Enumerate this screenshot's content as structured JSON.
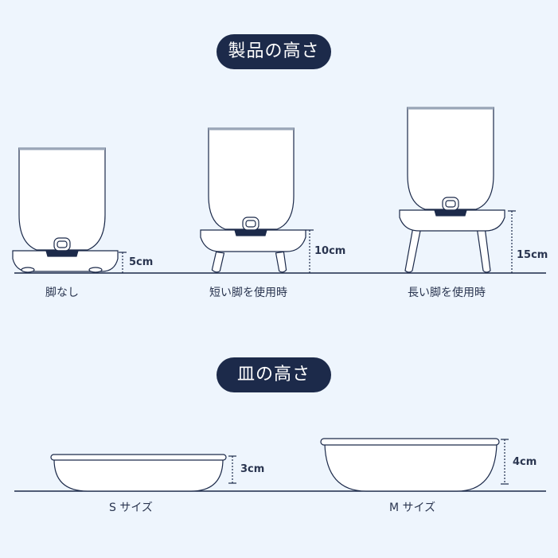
{
  "section_product": {
    "title": "製品の高さ"
  },
  "section_plate": {
    "title": "皿の高さ"
  },
  "products": [
    {
      "label": "脚なし",
      "height": "5cm"
    },
    {
      "label": "短い脚を使用時",
      "height": "10cm"
    },
    {
      "label": "長い脚を使用時",
      "height": "15cm"
    }
  ],
  "plates": [
    {
      "label": "S サイズ",
      "height": "3cm"
    },
    {
      "label": "M サイズ",
      "height": "4cm"
    }
  ],
  "colors": {
    "background": "#eef5fd",
    "pill": "#1c2a4a",
    "line": "#1c2a4a",
    "body": "#ffffff"
  }
}
